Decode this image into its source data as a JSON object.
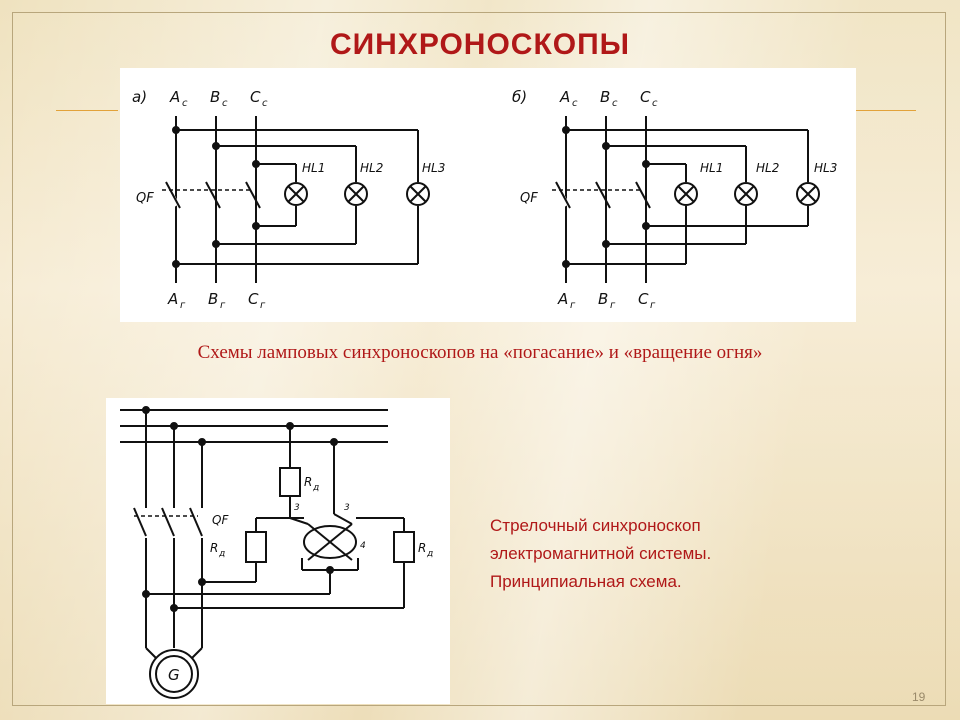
{
  "slide": {
    "title": "СИНХРОНОСКОПЫ",
    "page_number": "19",
    "colors": {
      "title": "#b01818",
      "rule": "#e2a23a",
      "background": "#f3e6c6"
    }
  },
  "top_figure": {
    "schematic_a": {
      "label": "а)",
      "top_labels": [
        "А",
        "В",
        "С"
      ],
      "top_subscript": "с",
      "bottom_labels": [
        "А",
        "В",
        "С"
      ],
      "bottom_subscript": "г",
      "switch_label": "QF",
      "lamp_labels": [
        "HL1",
        "HL2",
        "HL3"
      ]
    },
    "schematic_b": {
      "label": "б)",
      "top_labels": [
        "А",
        "В",
        "С"
      ],
      "top_subscript": "с",
      "bottom_labels": [
        "А",
        "В",
        "С"
      ],
      "bottom_subscript": "г",
      "switch_label": "QF",
      "lamp_labels": [
        "HL1",
        "HL2",
        "HL3"
      ]
    },
    "caption": "Схемы ламповых синхроноскопов на «погасание»  и «вращение огня»"
  },
  "bottom_figure": {
    "switch_label": "QF",
    "resistor_top_label": "R",
    "resistor_left_label": "R",
    "resistor_right_label": "R",
    "resistor_subscript": "д",
    "terminal_labels": [
      "3",
      "3",
      "4"
    ],
    "generator_label": "G",
    "caption_lines": [
      "Стрелочный синхроноскоп",
      "электромагнитной системы.",
      "Принципиальная схема."
    ]
  }
}
